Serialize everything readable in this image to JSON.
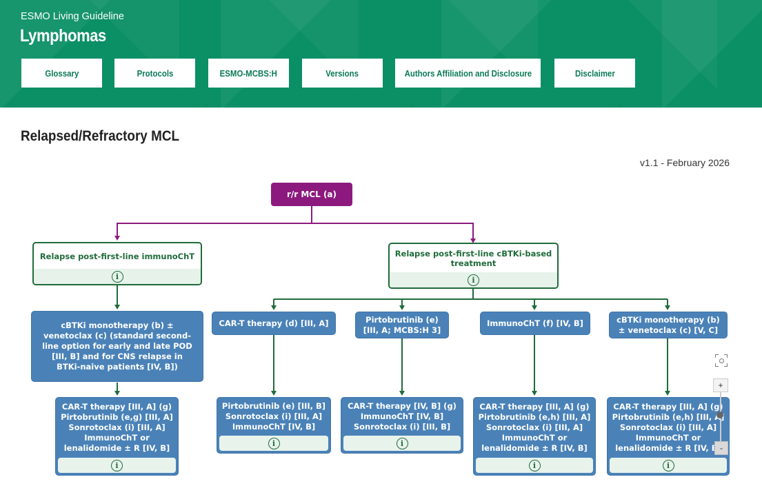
{
  "header": {
    "subtitle": "ESMO Living Guideline",
    "title": "Lymphomas",
    "nav": [
      {
        "label": "Glossary"
      },
      {
        "label": "Protocols"
      },
      {
        "label": "ESMO-MCBS:H"
      },
      {
        "label": "Versions"
      },
      {
        "label": "Authors Affiliation and Disclosure"
      },
      {
        "label": "Disclaimer"
      }
    ]
  },
  "page": {
    "title": "Relapsed/Refractory MCL",
    "version": "v1.1 - February 2026"
  },
  "colors": {
    "header_green": "#0b8f64",
    "root_purple": "#8c1a7e",
    "branch_green": "#1f6b3a",
    "treatment_blue": "#4a82b8"
  },
  "flowchart": {
    "root": {
      "label": "r/r MCL (a)"
    },
    "branches": [
      {
        "label": "Relapse post-first-line immunoChT",
        "info_icon": "i",
        "options": [
          {
            "label": "cBTKi monotherapy (b) ± venetoclax (c) (standard second-line option for early and late POD [III, B] and for CNS relapse in BTKi-naive patients [IV, B])",
            "next": {
              "lines": [
                "CAR-T therapy [III, A] (g)",
                "Pirtobrutinib (e,g) [III, A]",
                "Sonrotoclax (i) [III, A]",
                "ImmunoChT or",
                "lenalidomide ± R [IV, B]"
              ],
              "info_icon": "i"
            }
          }
        ]
      },
      {
        "label": "Relapse post-first-line cBTKi-based treatment",
        "info_icon": "i",
        "options": [
          {
            "label": "CAR-T therapy (d) [III, A]",
            "next": {
              "lines": [
                "Pirtobrutinib (e) [III, B]",
                "Sonrotoclax (i) [III, A]",
                "ImmunoChT [IV, B]"
              ],
              "info_icon": "i"
            }
          },
          {
            "label": "Pirtobrutinib (e) [III, A; MCBS:H 3]",
            "next": {
              "lines": [
                "CAR-T therapy [IV, B] (g)",
                "ImmunoChT [IV, B]",
                "Sonrotoclax (i) [III, B]"
              ],
              "info_icon": "i"
            }
          },
          {
            "label": "ImmunoChT (f) [IV, B]",
            "next": {
              "lines": [
                "CAR-T therapy [III, A] (g)",
                "Pirtobrutinib (e,h) [III, A]",
                "Sonrotoclax (i) [III, A]",
                "ImmunoChT or",
                "lenalidomide ± R [IV, B]"
              ],
              "info_icon": "i"
            }
          },
          {
            "label": "cBTKi monotherapy (b) ± venetoclax (c) [V, C]",
            "next": {
              "lines": [
                "CAR-T therapy [III, A] (g)",
                "Pirtobrutinib (e,h) [III, A]",
                "Sonrotoclax (i) [III, A]",
                "ImmunoChT or",
                "lenalidomide ± R [IV, B]"
              ],
              "info_icon": "i"
            }
          }
        ]
      }
    ]
  },
  "zoom_controls": {
    "fit_icon": "fit-view",
    "plus": "+",
    "minus": "-"
  }
}
